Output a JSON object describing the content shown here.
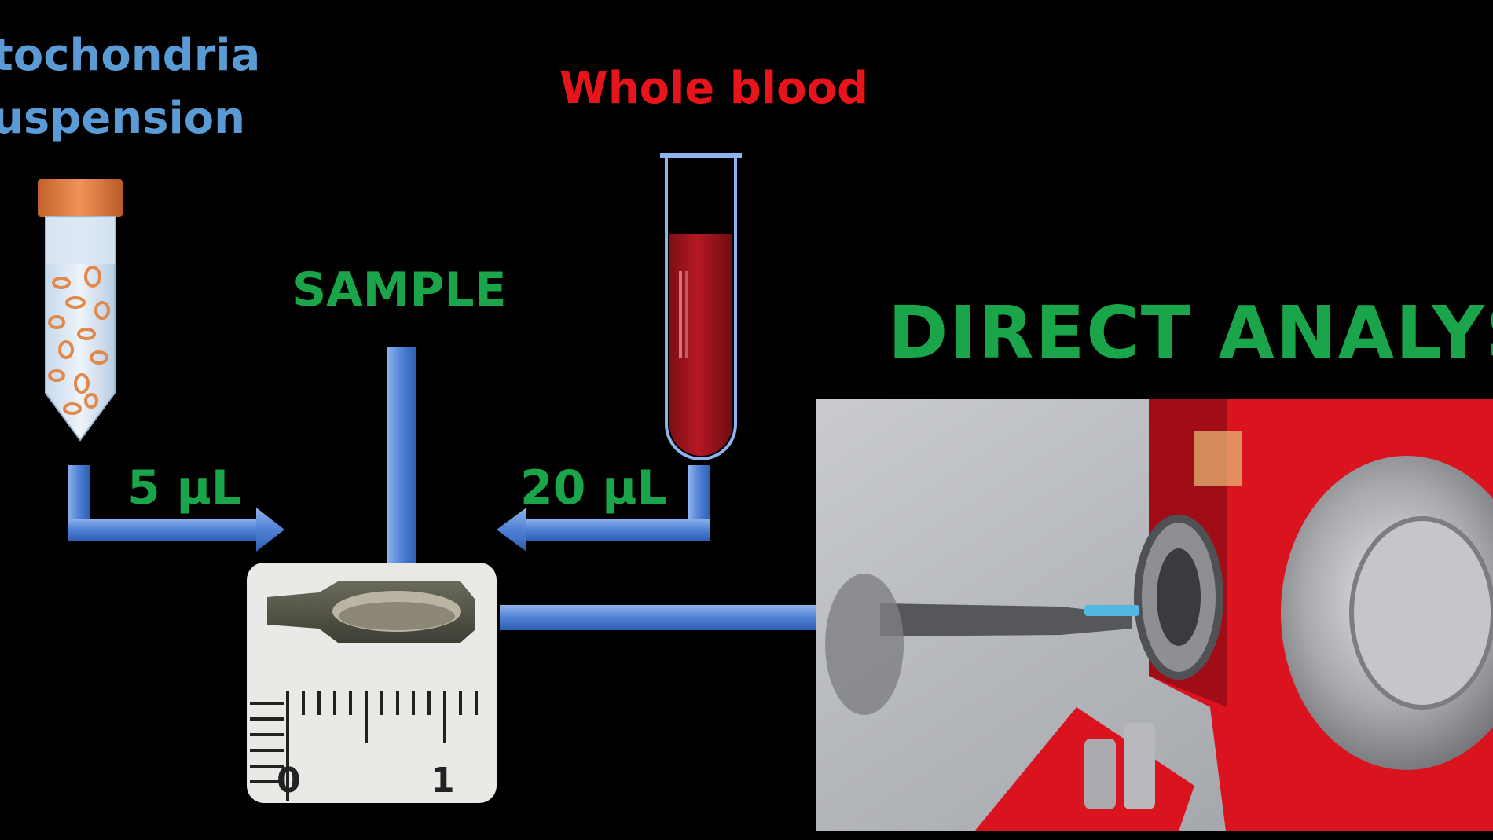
{
  "labels": {
    "mito_line1": "tochondria",
    "mito_line2": "uspension",
    "whole_blood": "Whole blood",
    "sample": "SAMPLE",
    "direct_analysis": "DIRECT  ANALYSI",
    "vol_left": "5 µL",
    "vol_right": "20 µL",
    "ruler_0": "0",
    "ruler_1": "1"
  },
  "colors": {
    "background": "#000000",
    "mito_text": "#5b9bd5",
    "blood_text": "#e8141c",
    "green_text": "#1aa54a",
    "arrow_fill": "#4f81d5",
    "blood": "#a3141e",
    "cap_orange": "#e07a3c",
    "instrument_red": "#d9141f"
  },
  "icons": {
    "mito_tube": "falcon-tube-icon",
    "blood_tube": "test-tube-icon",
    "sample_holder": "sample-holder-photo",
    "instrument": "mass-spectrometer-photo"
  }
}
